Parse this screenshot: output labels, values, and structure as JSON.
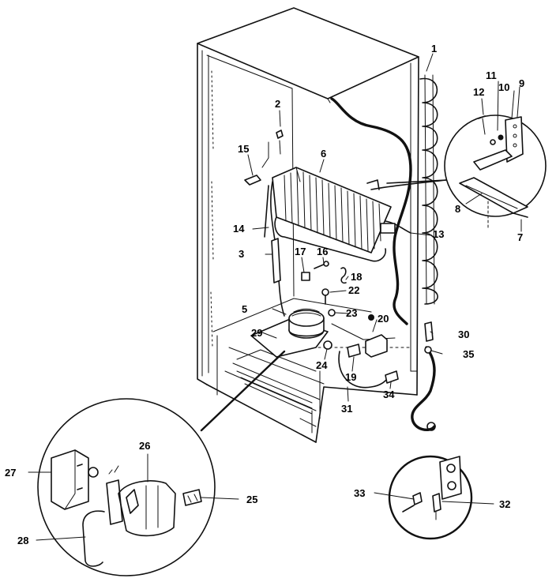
{
  "callouts": [
    {
      "id": "1",
      "label": "1"
    },
    {
      "id": "2",
      "label": "2"
    },
    {
      "id": "3",
      "label": "3"
    },
    {
      "id": "5",
      "label": "5"
    },
    {
      "id": "6",
      "label": "6"
    },
    {
      "id": "7",
      "label": "7"
    },
    {
      "id": "8",
      "label": "8"
    },
    {
      "id": "9",
      "label": "9"
    },
    {
      "id": "10",
      "label": "10"
    },
    {
      "id": "11",
      "label": "11"
    },
    {
      "id": "12",
      "label": "12"
    },
    {
      "id": "13",
      "label": "13"
    },
    {
      "id": "14",
      "label": "14"
    },
    {
      "id": "15",
      "label": "15"
    },
    {
      "id": "16",
      "label": "16"
    },
    {
      "id": "17",
      "label": "17"
    },
    {
      "id": "18",
      "label": "18"
    },
    {
      "id": "19",
      "label": "19"
    },
    {
      "id": "20",
      "label": "20"
    },
    {
      "id": "22",
      "label": "22"
    },
    {
      "id": "23",
      "label": "23"
    },
    {
      "id": "24",
      "label": "24"
    },
    {
      "id": "25",
      "label": "25"
    },
    {
      "id": "26",
      "label": "26"
    },
    {
      "id": "27",
      "label": "27"
    },
    {
      "id": "28",
      "label": "28"
    },
    {
      "id": "29",
      "label": "29"
    },
    {
      "id": "30",
      "label": "30"
    },
    {
      "id": "31",
      "label": "31"
    },
    {
      "id": "32",
      "label": "32"
    },
    {
      "id": "33",
      "label": "33"
    },
    {
      "id": "34",
      "label": "34"
    },
    {
      "id": "35",
      "label": "35"
    }
  ]
}
